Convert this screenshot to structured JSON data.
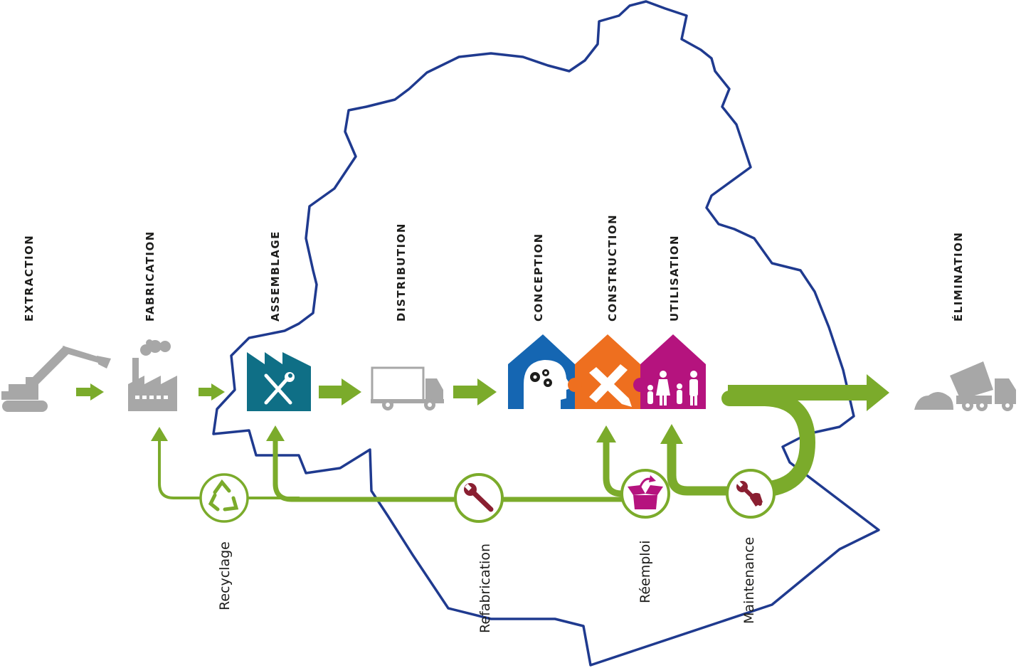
{
  "stages": {
    "extraction": "EXTRACTION",
    "fabrication": "FABRICATION",
    "assemblage": "ASSEMBLAGE",
    "distribution": "DISTRIBUTION",
    "conception": "CONCEPTION",
    "construction": "CONSTRUCTION",
    "utilisation": "UTILISATION",
    "elimination": "ÉLIMINATION"
  },
  "loops": {
    "recyclage": "Recyclage",
    "refabrication": "Refabrication",
    "reemploi": "Réemploi",
    "maintenance": "Maintenance"
  },
  "colors": {
    "green": "#7bab2b",
    "outline_blue": "#1f3a8f",
    "gray_icon": "#a7a7a7",
    "teal": "#0f6f86",
    "blue": "#1566b2",
    "orange": "#ee6f1f",
    "magenta": "#b5137e",
    "dark_red": "#8a1f31",
    "text": "#1d1d1b"
  },
  "icons": {
    "extraction": "excavator-icon",
    "fabrication": "factory-icon",
    "assemblage": "tools-factory-icon",
    "distribution": "truck-icon",
    "conception": "head-gears-icon",
    "construction": "ruler-pencil-icon",
    "utilisation": "family-icon",
    "elimination": "dump-truck-icon",
    "recyclage": "recycle-icon",
    "refabrication": "wrench-icon",
    "reemploi": "open-box-icon",
    "maintenance": "hand-wrench-icon"
  }
}
